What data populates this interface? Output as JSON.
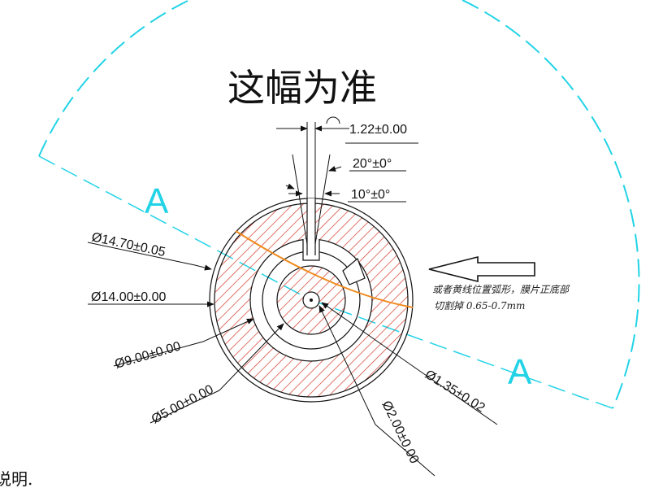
{
  "title": "这幅为准",
  "section_labels": [
    "A",
    "A"
  ],
  "note": {
    "line1": "或者黄线位置弧形，膜片正底部",
    "line2": "切割掉  0.65-0.7mm"
  },
  "dimensions": {
    "slot_width": "1.22±0.00",
    "angle_20": "20°±0°",
    "angle_10": "10°±0°",
    "d_14_70": "Ø14.70±0.05",
    "d_14_00": "Ø14.00±0.00",
    "d_9_00": "Ø9.00±0.00",
    "d_5_00": "Ø5.00±0.00",
    "d_2_00": "Ø2.00±0.00",
    "d_1_35": "Ø1.35±0.02"
  },
  "footer_fragment": "说明.",
  "colors": {
    "hatch": "#d23a2a",
    "section_line": "#22d3e6",
    "cut_arc": "#f08a1e",
    "dimension": "#111111"
  }
}
